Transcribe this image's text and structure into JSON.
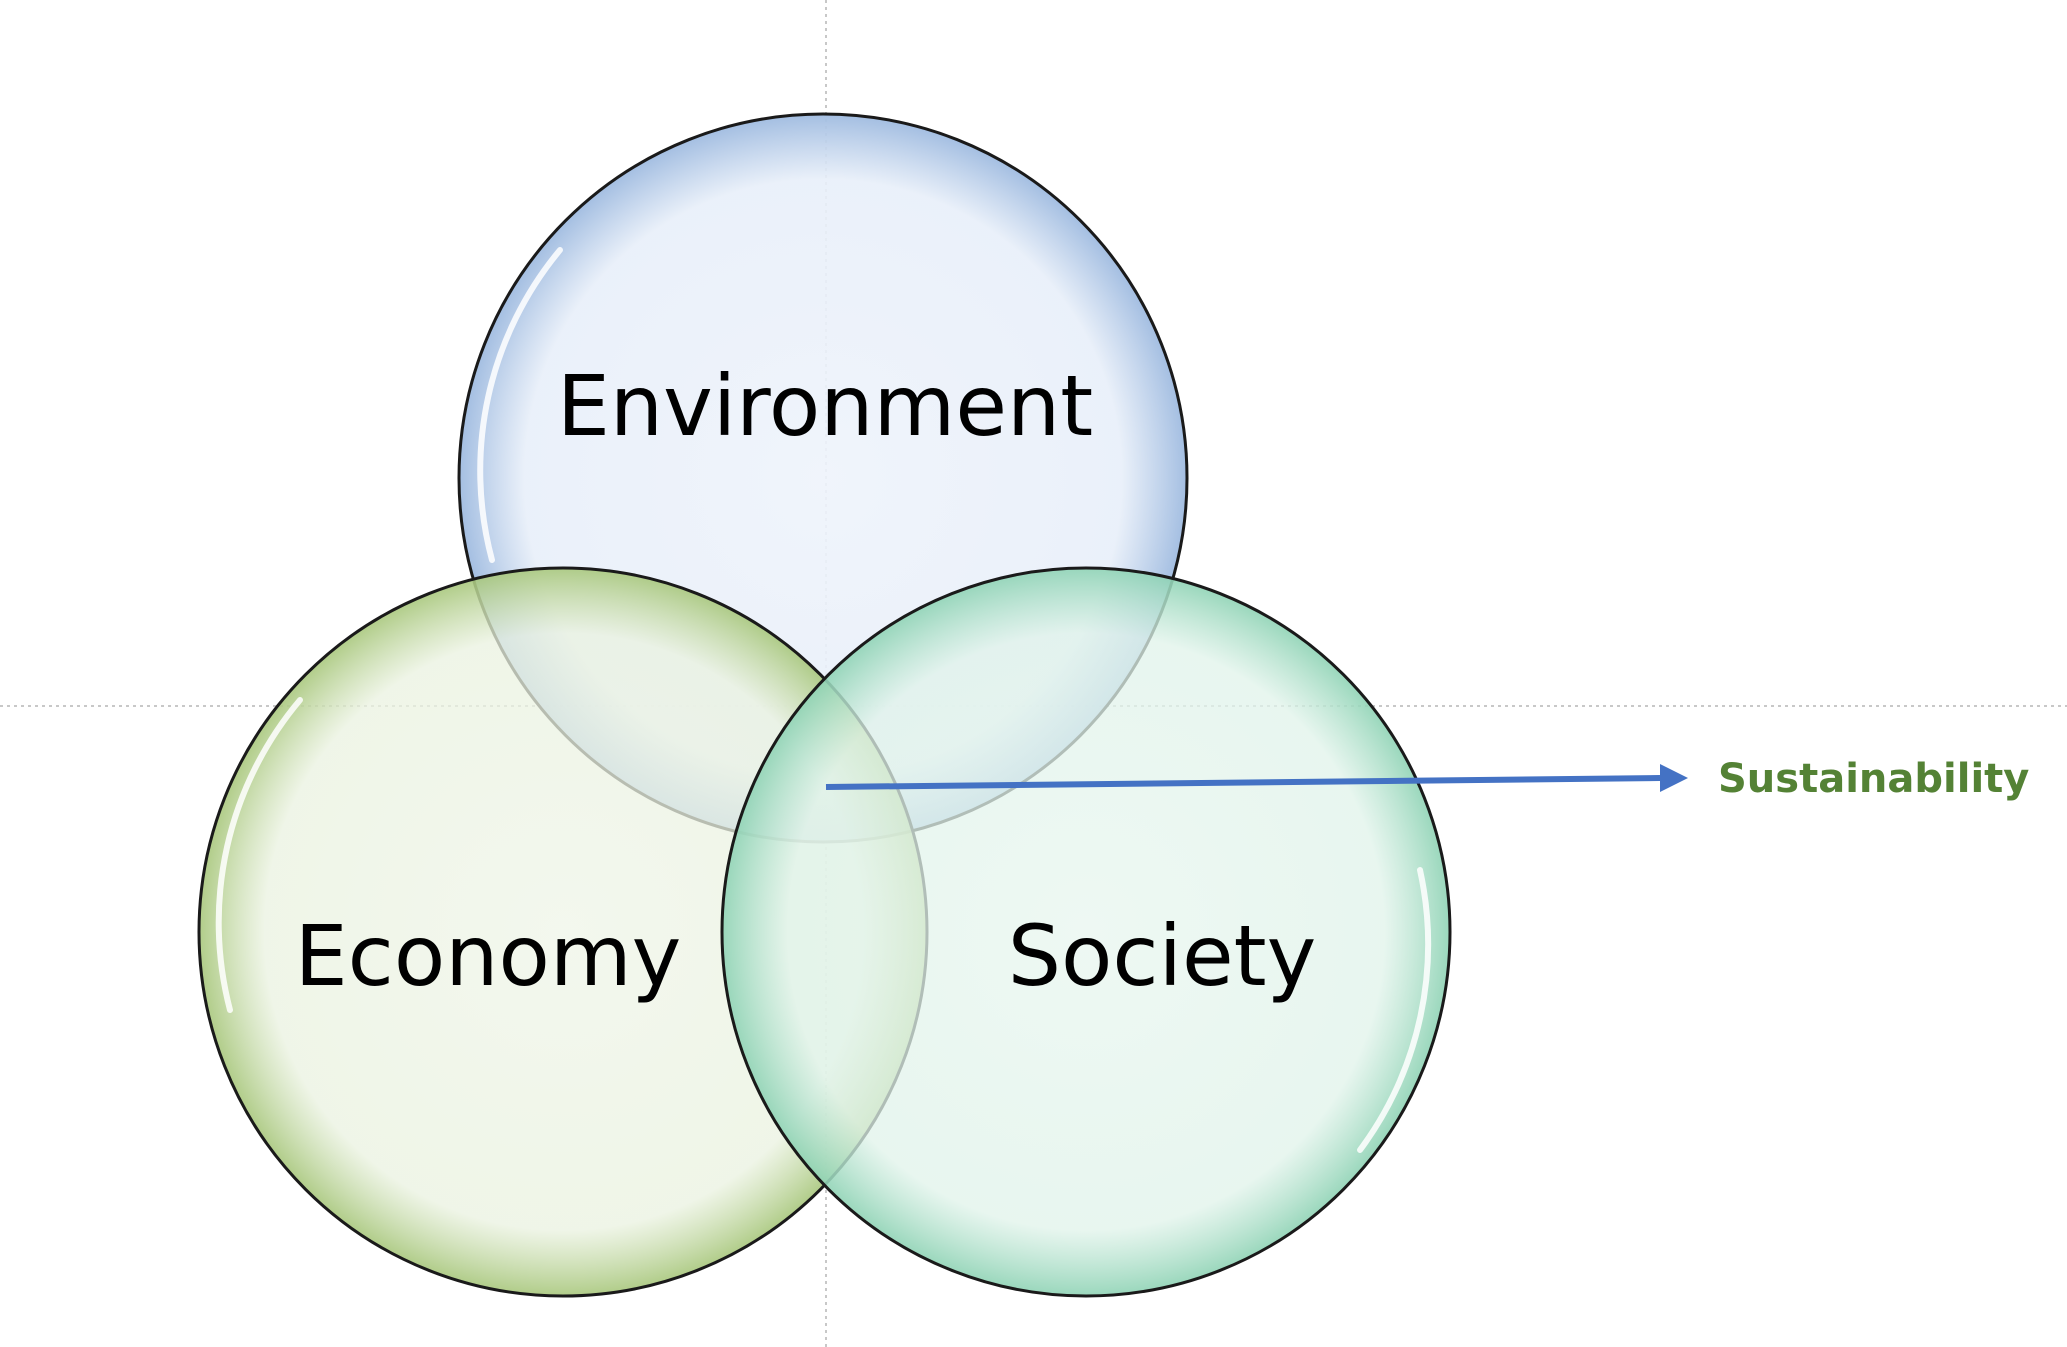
{
  "circles": {
    "environment": {
      "label": "Environment",
      "fill": "#d4e1f4",
      "edge": "#95b3d7"
    },
    "economy": {
      "label": "Economy",
      "fill": "#e2ecd8",
      "edge": "#9bbb59"
    },
    "society": {
      "label": "Society",
      "fill": "#d6efe4",
      "edge": "#4bacc6"
    }
  },
  "callout": {
    "label": "Sustainability",
    "label_color": "#548235",
    "arrow_color": "#4472c4"
  },
  "colors": {
    "outline": "#1a1a1a",
    "guide_line": "#c8c8c8",
    "background": "#ffffff"
  }
}
